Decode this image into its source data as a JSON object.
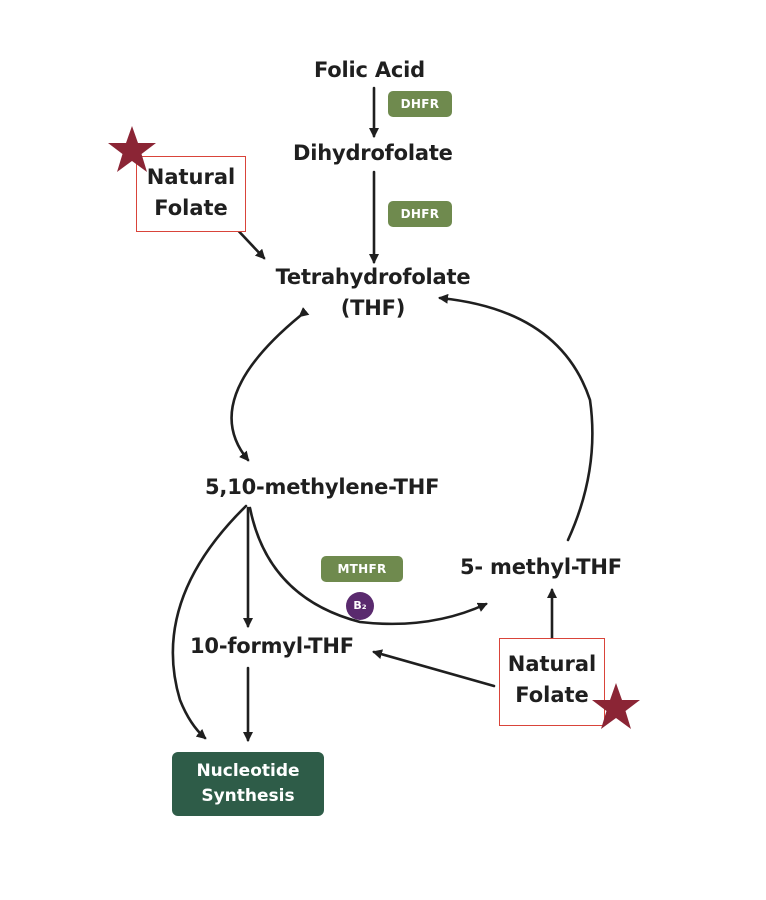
{
  "nodes": {
    "folic_acid": "Folic Acid",
    "dihydrofolate": "Dihydrofolate",
    "thf_line1": "Tetrahydrofolate",
    "thf_line2": "(THF)",
    "methylene_thf": "5,10-methylene-THF",
    "methyl_thf": "5- methyl-THF",
    "formyl_thf": "10-formyl-THF",
    "nucleotide_line1": "Nucleotide",
    "nucleotide_line2": "Synthesis"
  },
  "enzymes": {
    "dhfr_1": "DHFR",
    "dhfr_2": "DHFR",
    "mthfr": "MTHFR",
    "cofactor": "B₂"
  },
  "natural_folate_1": {
    "line1": "Natural",
    "line2": "Folate"
  },
  "natural_folate_2": {
    "line1": "Natural",
    "line2": "Folate"
  },
  "colors": {
    "enzyme_green": "#6f8a4e",
    "cofactor_purple": "#5a2a6e",
    "nucleotide_green": "#2e5c48",
    "box_border_red": "#d9443a",
    "star_maroon": "#8b2535",
    "arrow": "#1f1f1f"
  },
  "icons": {
    "star": "star-icon"
  }
}
